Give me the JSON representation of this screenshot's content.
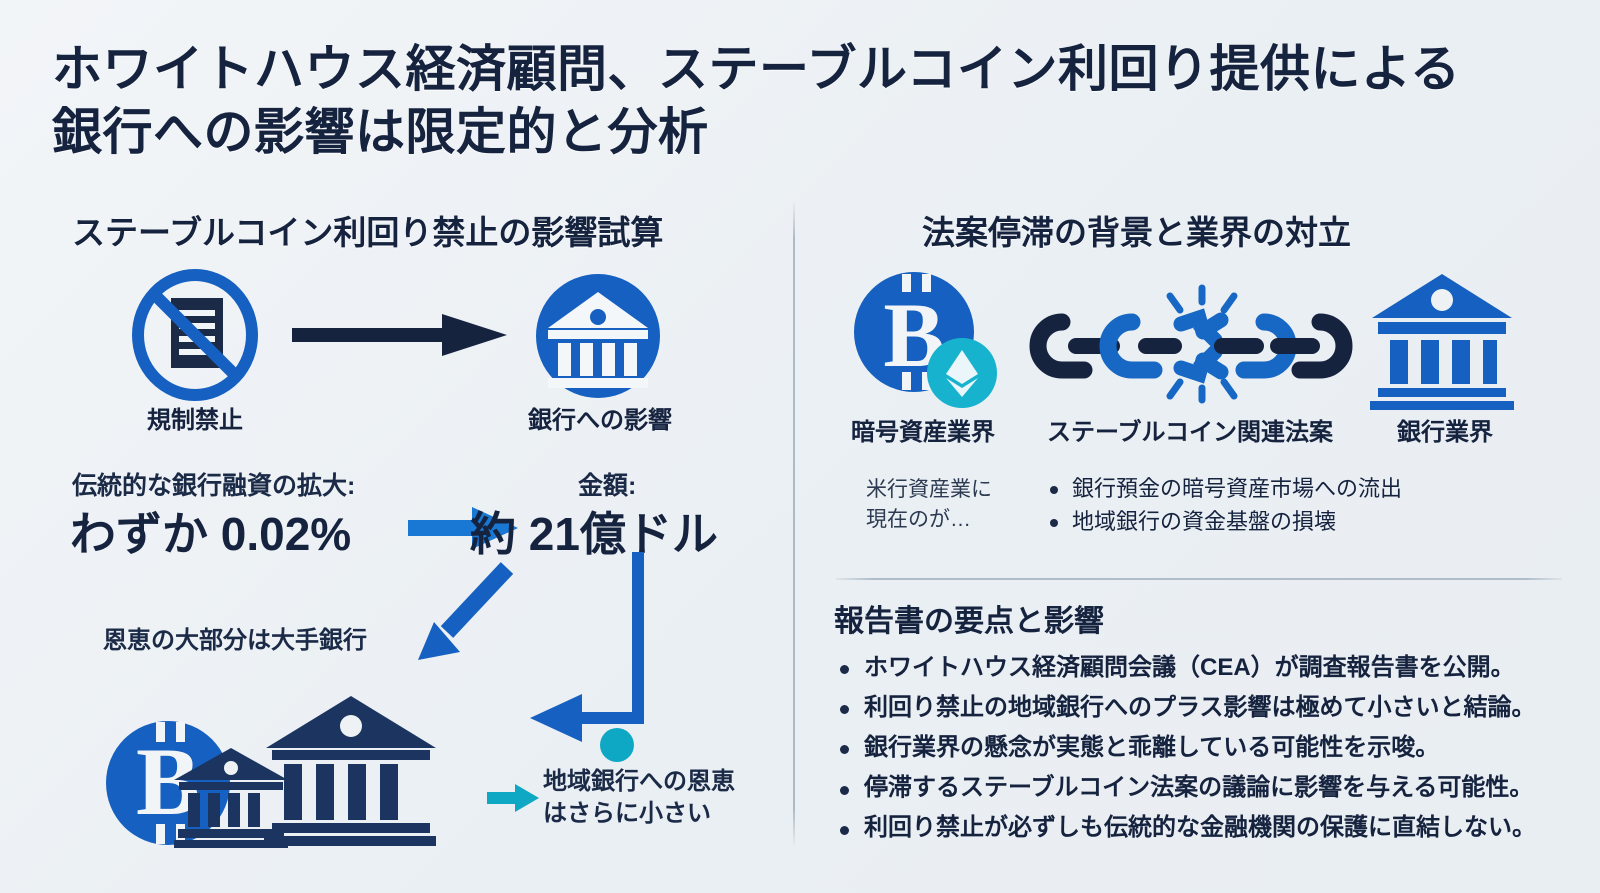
{
  "title": {
    "line1": "ホワイトハウス経済顧問、ステーブルコイン利回り提供による",
    "line2": "銀行への影響は限定的と分析"
  },
  "left_panel": {
    "heading": "ステーブルコイン利回り禁止の影響試算",
    "flow": {
      "from_caption": "規制禁止",
      "to_caption": "銀行への影響",
      "from_icon": "prohibition-document-icon",
      "to_icon": "bank-circle-icon",
      "arrow_icon": "arrow-right-icon"
    },
    "stats": [
      {
        "label": "伝統的な銀行融資の拡大:",
        "value": "わずか 0.02%"
      },
      {
        "label": "金額:",
        "value": "約 21億ドル"
      }
    ],
    "stat_arrow_icon": "arrow-right-icon",
    "benefit_note": "恩恵の大部分は大手銀行",
    "region_note_line1": "地域銀行への恩恵",
    "region_note_line2": "はさらに小さい",
    "down_arrow_icon": "arrow-down-left-icon",
    "elbow_icon": "elbow-arrow-left-icon",
    "small_arrow_icon": "arrow-right-small-icon",
    "dot_icon": "teal-dot-icon",
    "cluster_icon": "bitcoin-banks-cluster-icon"
  },
  "right_panel": {
    "heading": "法案停滞の背景と業界の対立",
    "actors": [
      {
        "caption": "暗号資産業界",
        "icon": "bitcoin-ethereum-icon"
      },
      {
        "caption": "ステーブルコイン関連法案",
        "icon": "broken-chain-icon"
      },
      {
        "caption": "銀行業界",
        "icon": "bank-building-icon"
      }
    ],
    "side_note_line1": "米行資産業に",
    "side_note_line2": "現在のが…",
    "concerns": [
      "銀行預金の暗号資産市場への流出",
      "地域銀行の資金基盤の損壊"
    ]
  },
  "report": {
    "heading": "報告書の要点と影響",
    "bullets": [
      "ホワイトハウス経済顧問会議（CEA）が調査報告書を公開。",
      "利回り禁止の地域銀行へのプラス影響は極めて小さいと結論。",
      "銀行業界の懸念が実態と乖離している可能性を示唆。",
      "停滞するステーブルコイン法案の議論に影響を与える可能性。",
      "利回り禁止が必ずしも伝統的な金融機関の保護に直結しない。"
    ]
  },
  "colors": {
    "background": "#eef2f5",
    "navy": "#16233f",
    "blue": "#1560c0",
    "bright_blue": "#1878d4",
    "teal": "#0fa8c4",
    "divider": "#b0bdc8"
  }
}
